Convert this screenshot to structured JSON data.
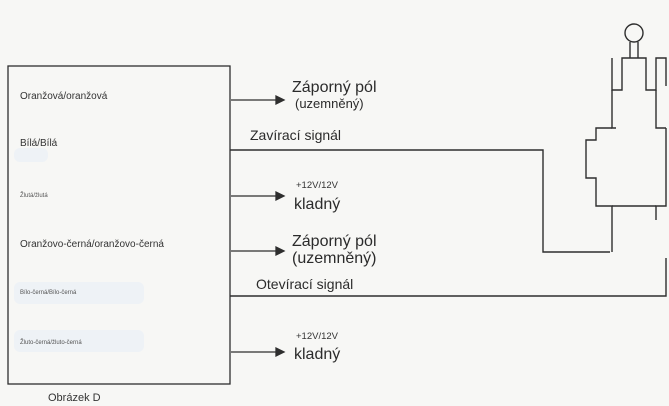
{
  "figure": {
    "caption": "Obrázek D"
  },
  "box": {
    "wires": [
      {
        "label": "Oranžová/oranžová"
      },
      {
        "label": "Bílá/Bílá"
      },
      {
        "label": "Žlutá/žlutá"
      },
      {
        "label": "Oranžovo-černá/oranžovo-černá"
      },
      {
        "label": "Bílo-černá/Bílo-černá"
      },
      {
        "label": "Žluto-černá/žluto-černá"
      }
    ]
  },
  "connections": {
    "negative_1": {
      "line1": "Záporný pól",
      "line2": "(uzemněný)"
    },
    "closing_signal": "Zavírací signál",
    "positive_1": {
      "line1": "+12V/12V",
      "line2": "kladný"
    },
    "negative_2": {
      "line1": "Záporný pól",
      "line2": "(uzemněný)"
    },
    "opening_signal": "Otevírací signál",
    "positive_2": {
      "line1": "+12V/12V",
      "line2": "kladný"
    }
  }
}
